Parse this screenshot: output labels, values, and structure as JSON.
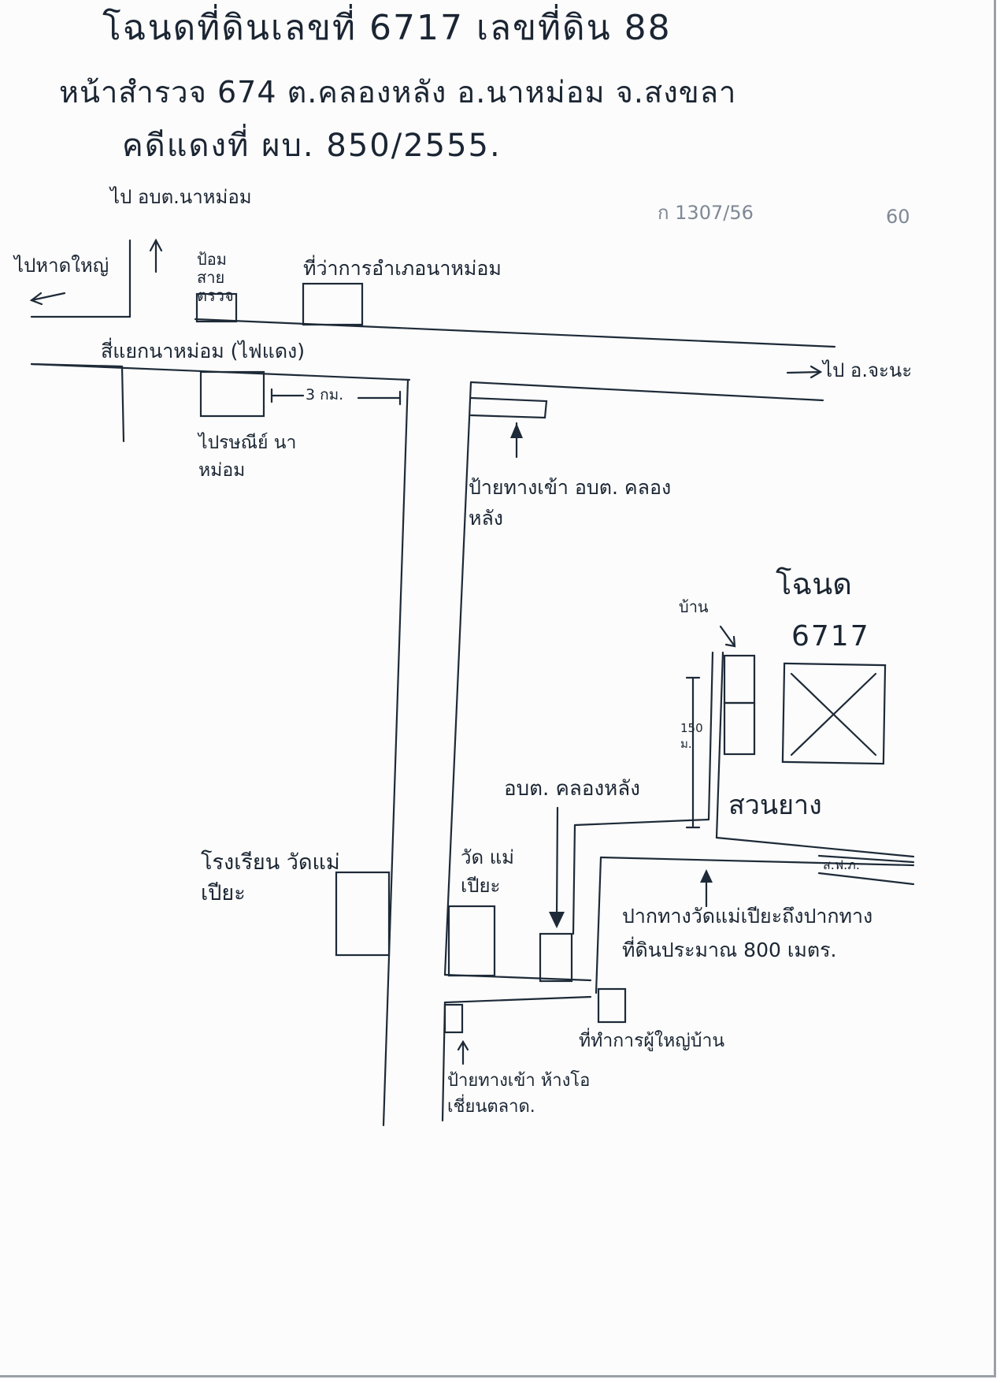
{
  "header": {
    "line1": "โฉนดที่ดินเลขที่ 6717 เลขที่ดิน 88",
    "line2": "หน้าสำรวจ 674 ต.คลองหลัง อ.นาหม่อม จ.สงขลา",
    "line3": "คดีแดงที่ ผบ. 850/2555.",
    "ref_code": "ก 1307/56",
    "page_no": "60"
  },
  "labels": {
    "to_obt_namom": "ไป อบต.นาหม่อม",
    "to_hatyai": "ไปหาดใหญ่",
    "police_box": "ป้อม สายตรวจ",
    "district_office": "ที่ว่าการอำเภอนาหม่อม",
    "intersection": "สี่แยกนาหม่อม (ไฟแดง)",
    "to_chana": "ไป อ.จะนะ",
    "distance_3km": "3 กม.",
    "post_office": "ไปรษณีย์ นาหม่อม",
    "sign_entrance_obt": "ป้ายทางเข้า อบต. คลองหลัง",
    "title_deed": "โฉนด",
    "title_deed_no": "6717",
    "house": "บ้าน",
    "distance_150m": "150 ม.",
    "obt_klonglang": "อบต. คลองหลัง",
    "rubber_garden": "สวนยาง",
    "school": "โรงเรียน วัดแม่เปียะ",
    "temple": "วัด แม่เปียะ",
    "power_pole": "ส.ฟ.ภ.",
    "route_note_1": "ปากทางวัดแม่เปียะถึงปากทาง",
    "route_note_2": "ที่ดินประมาณ 800 เมตร.",
    "village_office": "ที่ทำการผู้ใหญ่บ้าน",
    "sign_entrance_market": "ป้ายทางเข้า ห้างโอเชี่ยนตลาด."
  }
}
